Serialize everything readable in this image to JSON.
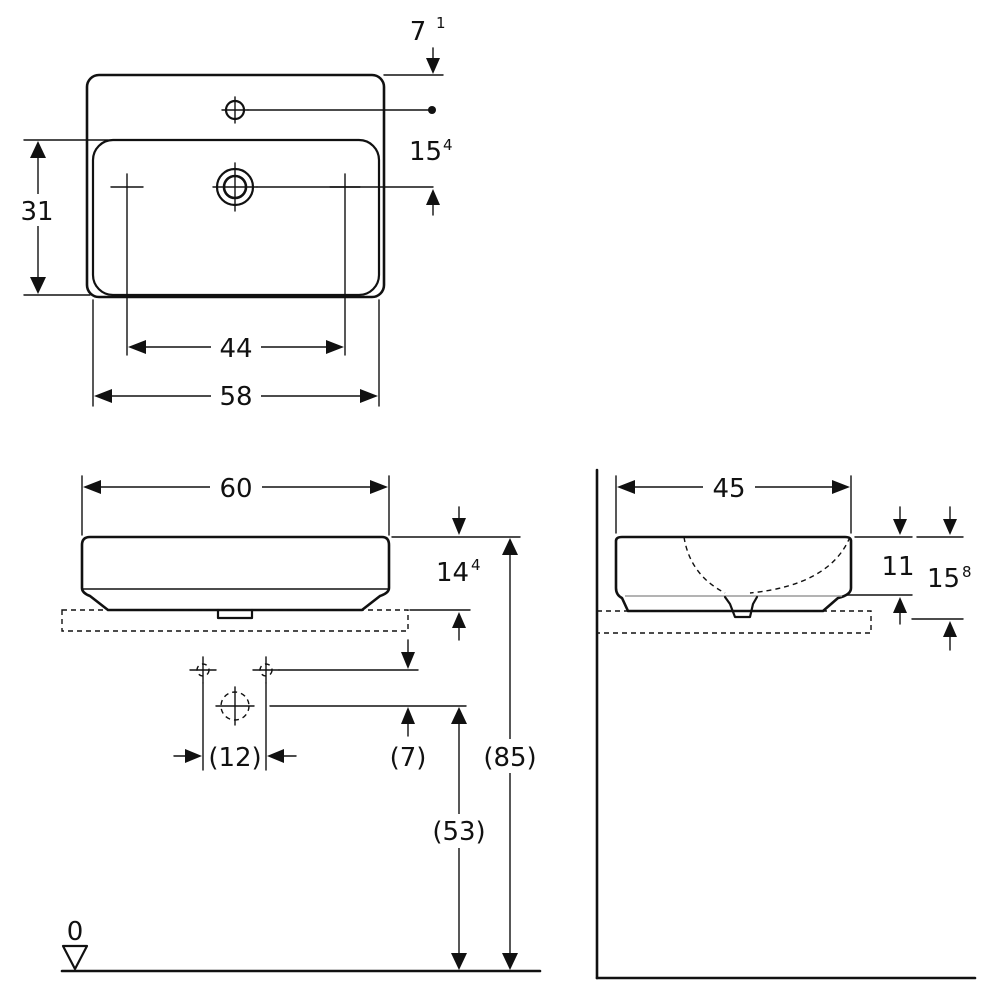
{
  "top_view": {
    "dim_top_offset": {
      "main": "7",
      "sup": "1"
    },
    "dim_tap_offset": {
      "main": "15",
      "sup": "4"
    },
    "dim_depth": "31",
    "dim_fixing_spacing": "44",
    "dim_basin_width": "58"
  },
  "front_view": {
    "dim_overall_width": "60",
    "dim_basin_height": {
      "main": "14",
      "sup": "4"
    },
    "dim_valve_spacing": "(12)",
    "dim_valve_offset": "(7)",
    "dim_waste_height": "(53)",
    "dim_top_height": "(85)",
    "floor_level": "0"
  },
  "side_view": {
    "dim_depth": "45",
    "dim_bowl_depth": "11",
    "dim_side_height": {
      "main": "15",
      "sup": "8"
    }
  }
}
